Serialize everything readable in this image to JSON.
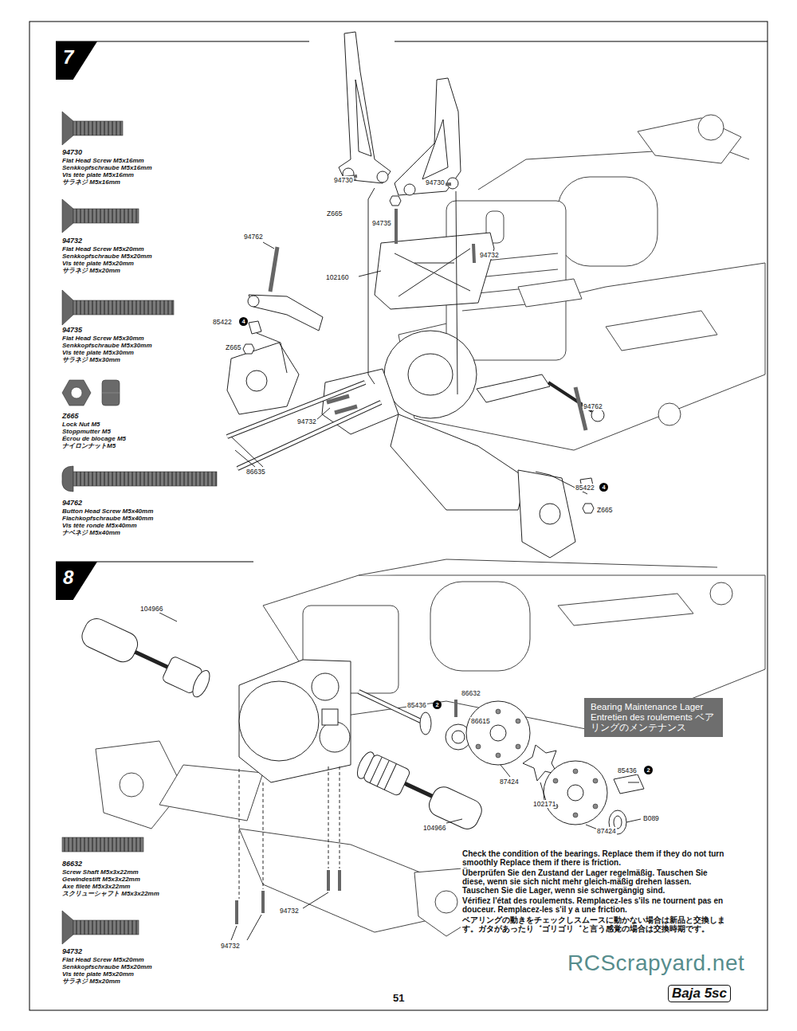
{
  "diagram": {
    "nodes": [
      {
        "text": [
          "7"
        ]
      },
      {
        "text": [
          "8"
        ]
      },
      {
        "text": [
          "Bearing Maintenance Lager Entretien des roulements ベアリングのメンテナンス"
        ]
      }
    ],
    "labels": [
      "94730",
      "Flat Head Screw M5x16mm",
      "Senkkopfschraube M5x16mm",
      "Vis tête plate M5x16mm",
      "サラネジ M5x16mm",
      "94732",
      "Flat Head Screw M5x20mm",
      "Senkkopfschraube M5x20mm",
      "Vis tête plate M5x20mm",
      "サラネジ M5x20mm",
      "94735",
      "Flat Head Screw M5x30mm",
      "Senkkopfschraube M5x30mm",
      "Vis tête plate M5x30mm",
      "サラネジ M5x30mm",
      "Z665",
      "Lock Nut M5",
      "Stoppmutter M5",
      "Écrou de blocage M5",
      "ナイロンナットM5",
      "94762",
      "Button Head Screw M5x40mm",
      "Flachkopfschraube M5x40mm",
      "Vis tête ronde M5x40mm",
      "ナベネジ M5x40mm",
      "94730",
      "94730",
      "Z665",
      "94735",
      "94762",
      "102160",
      "94732",
      "85422",
      "4",
      "Z665",
      "94732",
      "86635",
      "94762",
      "85422",
      "4",
      "Z665",
      "104966",
      "86632",
      "85436",
      "2",
      "86615",
      "87424",
      "102171",
      "87424",
      "85436",
      "2",
      "B089",
      "104966",
      "94732",
      "94732",
      "86632",
      "Screw Shaft M5x3x22mm",
      "Gewindestift M5x3x22mm",
      "Axe fileté M5x3x22mm",
      "スクリューシャフト M5x3x22mm",
      "94732",
      "Flat Head Screw M5x20mm",
      "Senkkopfschraube M5x20mm",
      "Vis tête plate M5x20mm",
      "サラネジ M5x20mm",
      "Check the condition of the bearings. Replace them if they do not turn smoothly Replace them if there is friction.",
      "Überprüfen Sie den Zustand der Lager regelmäßig. Tauschen Sie diese, wenn sie sich nicht mehr gleich-mäßig drehen lassen. Tauschen Sie die Lager, wenn sie schwergängig sind.",
      "Vérifiez l'état des roulements. Remplacez-les s'ils ne tournent pas en douceur. Remplacez-les s'il y a une friction.",
      "ベアリングの動きをチェックしスムースに動かない場合は新品と交換します。ガタがあったり゛ゴリゴリ゛と言う感覚の場合は交換時期です。",
      "51",
      "Baja 5sc",
      "RCScrapyard.net"
    ]
  }
}
